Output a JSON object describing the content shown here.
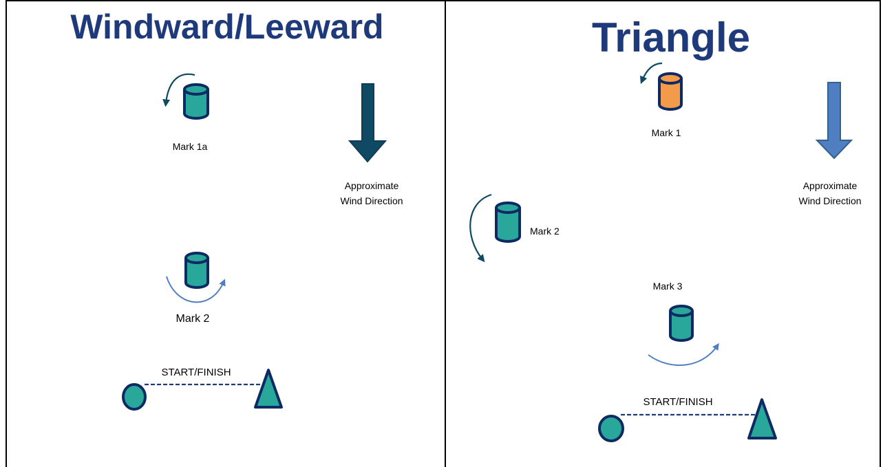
{
  "panels": [
    {
      "title": "Windward/Leeward",
      "labels": {
        "mark1a": "Mark 1a",
        "wind": [
          "Approximate",
          "Wind Direction"
        ],
        "mark2": "Mark 2",
        "start_finish": "START/FINISH"
      }
    },
    {
      "title": "Triangle",
      "labels": {
        "mark1": "Mark 1",
        "wind": [
          "Approximate",
          "Wind Direction"
        ],
        "mark2": "Mark 2",
        "mark3": "Mark 3",
        "start_finish": "START/FINISH"
      }
    }
  ],
  "colors": {
    "title": "#1f3a7a",
    "buoy_fill_teal": "#2aa79b",
    "buoy_fill_orange": "#f39a4b",
    "buoy_stroke": "#0d2a63",
    "arrow_dark": "#0e4a63",
    "arrow_light": "#4f7fc0",
    "dashed_line": "#1f3a7a"
  },
  "icons": [
    "cylinder-buoy-icon",
    "circle-buoy-icon",
    "triangle-buoy-icon",
    "down-arrow-icon",
    "curved-arrow-icon"
  ]
}
